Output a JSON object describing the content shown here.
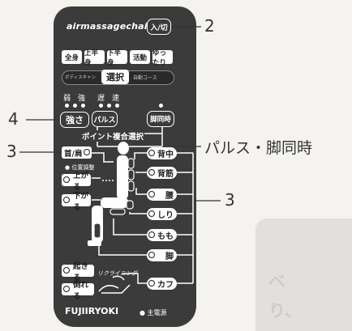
{
  "background": {
    "ghost_line1": "ベ",
    "ghost_line2": "り、"
  },
  "remote": {
    "brand": "airmassagechair",
    "power_button": "入/切",
    "modes": [
      "全身",
      "上半身",
      "下半身",
      "活動",
      "ゆったり"
    ],
    "select_left_tag": "ボディスキャン",
    "select_button": "選択",
    "select_right_tag": "自動コース",
    "strength_labels": [
      "弱",
      "強"
    ],
    "speed_labels": [
      "遅",
      "速"
    ],
    "strength_button": "強さ",
    "pulse_button": "パルス",
    "leg_sync_button": "脚同時",
    "point_select_label": "ポイント複合選択",
    "left_buttons": [
      "首/肩",
      "上がる",
      "下がる"
    ],
    "position_adjust_label": "● 位置調整",
    "right_buttons": [
      "背中",
      "背筋",
      "腰",
      "しり",
      "もも",
      "脚",
      "カフ"
    ],
    "recline_buttons": [
      "起きる",
      "倒れる"
    ],
    "recline_label": "リクライニング",
    "maker": "FUJIIRYOKI",
    "main_power_label": "● 主電源"
  },
  "callouts": {
    "power": "2",
    "strength": "4",
    "neck": "3",
    "pulse_leg": "パルス・脚同時",
    "body": "3"
  },
  "colors": {
    "body": "#3b3b3b",
    "button": "#ffffff",
    "line": "#ffffff",
    "callout": "#333333"
  }
}
